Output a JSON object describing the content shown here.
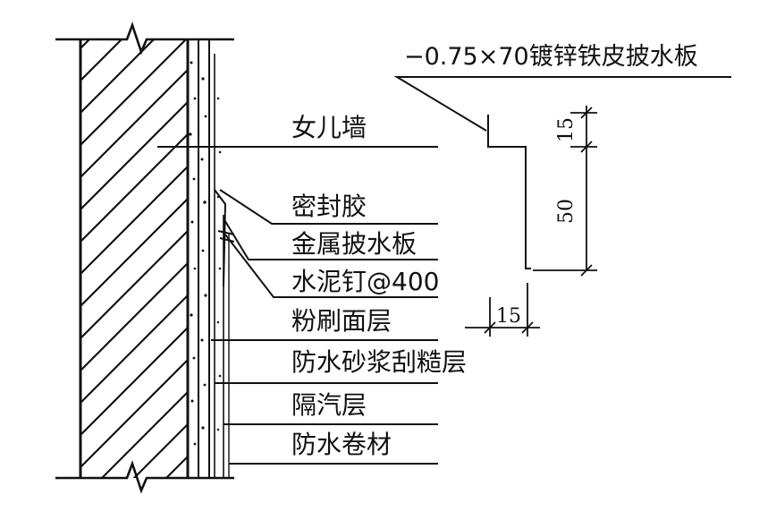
{
  "labels": [
    {
      "text": "女儿墙"
    },
    {
      "text": "密封胶"
    },
    {
      "text": "金属披水板"
    },
    {
      "text": "水泥钉@400"
    },
    {
      "text": "粉刷面层"
    },
    {
      "text": "防水砂浆刮糙层"
    },
    {
      "text": "隔汽层"
    },
    {
      "text": "防水卷材"
    }
  ],
  "detail": {
    "spec": "−0.75×70镀锌铁皮披水板",
    "dims": {
      "top": "15",
      "height": "50",
      "bottom": "15"
    }
  },
  "colors": {
    "ink": "#111111",
    "background": "#ffffff"
  }
}
